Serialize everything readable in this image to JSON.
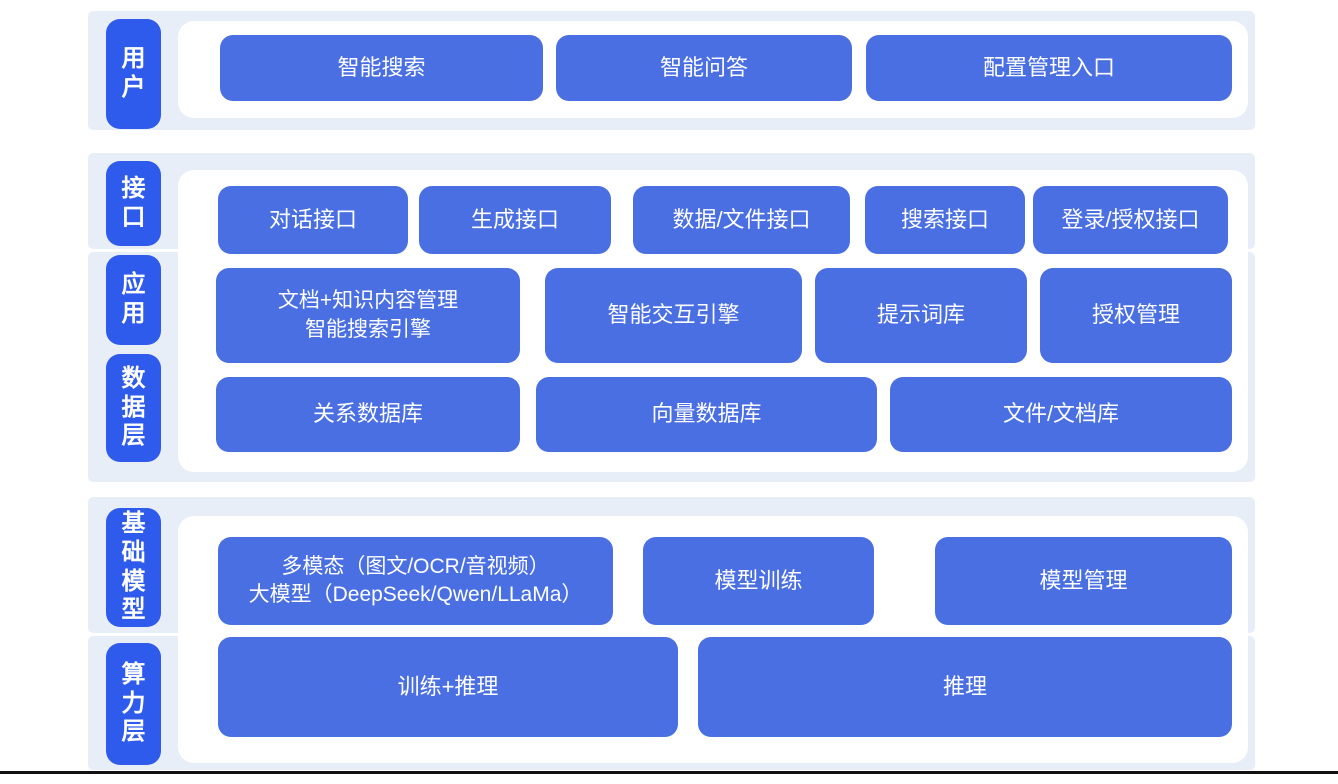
{
  "colors": {
    "band_bg": "#E8EEF7",
    "label_blue": "#2E5BEB",
    "box_blue": "#4A6FE2",
    "text_white": "#FFFFFF",
    "line_color": "#111111"
  },
  "layers": {
    "user": {
      "label": "用户",
      "boxes": [
        "智能搜索",
        "智能问答",
        "配置管理入口"
      ]
    },
    "interface": {
      "label": "接口",
      "boxes": [
        "对话接口",
        "生成接口",
        "数据/文件接口",
        "搜索接口",
        "登录/授权接口"
      ]
    },
    "application": {
      "label": "应用",
      "boxes": [
        "文档+知识内容管理\n智能搜索引擎",
        "智能交互引擎",
        "提示词库",
        "授权管理"
      ]
    },
    "data": {
      "label": "数据层",
      "boxes": [
        "关系数据库",
        "向量数据库",
        "文件/文档库"
      ]
    },
    "model": {
      "label": "基础模型",
      "boxes": [
        "多模态（图文/OCR/音视频）\n大模型（DeepSeek/Qwen/LLaMa）",
        "模型训练",
        "模型管理"
      ]
    },
    "compute": {
      "label": "算力层",
      "boxes": [
        "训练+推理",
        "推理"
      ]
    }
  }
}
